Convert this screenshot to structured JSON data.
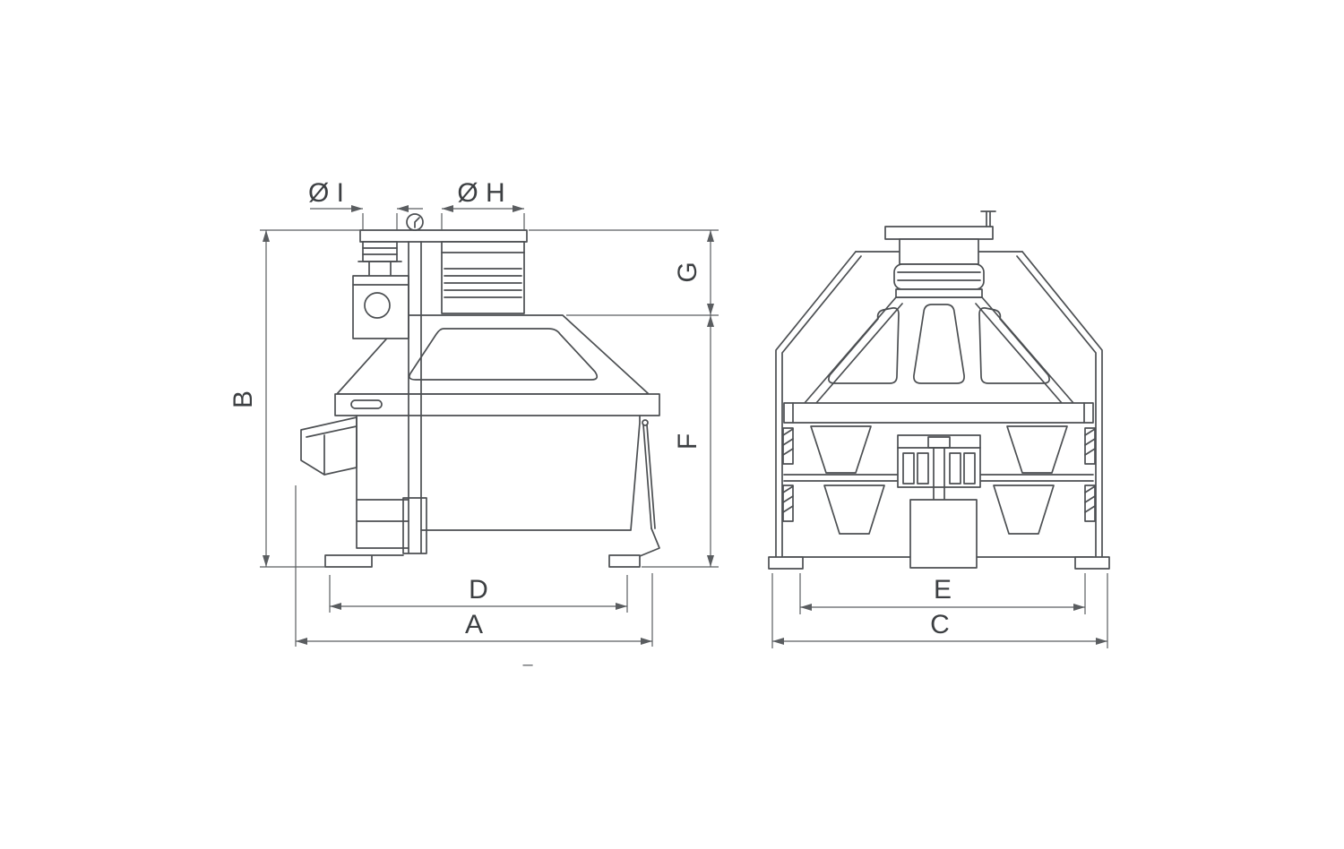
{
  "drawing": {
    "type": "technical-dimension-drawing",
    "views": {
      "left": "side-view",
      "right": "front-view"
    },
    "colors": {
      "line": "#4c4f52",
      "dimension": "#5a5d60",
      "text": "#3c3f42",
      "background": "#ffffff"
    },
    "labels": {
      "dia_i": "Ø I",
      "dia_h": "Ø H",
      "b": "B",
      "g": "G",
      "f": "F",
      "d": "D",
      "a": "A",
      "e": "E",
      "c": "C",
      "dash": "–"
    }
  }
}
